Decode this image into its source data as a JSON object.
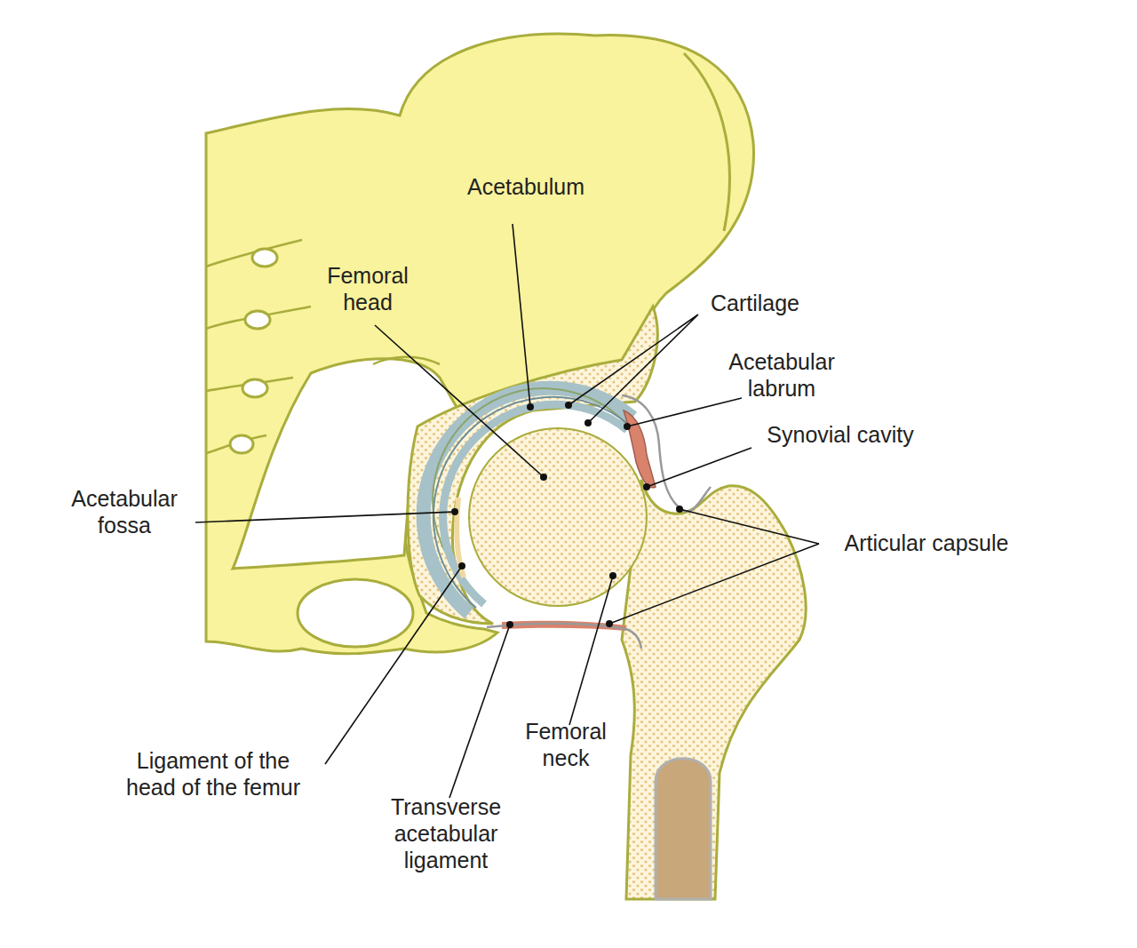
{
  "diagram": {
    "labels": [
      "Acetabulum",
      "Femoral head",
      "Cartilage",
      "Acetabular labrum",
      "Synovial cavity",
      "Acetabular fossa",
      "Articular capsule",
      "Ligament of the head of the femur",
      "Transverse acetabular ligament",
      "Femoral neck"
    ]
  }
}
